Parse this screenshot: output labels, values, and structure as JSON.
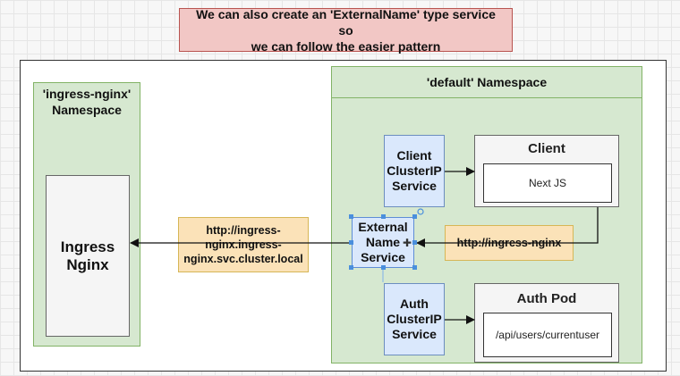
{
  "banner": {
    "line1": "We can also create an 'ExternalName' type service so",
    "line2": "we can follow the easier pattern"
  },
  "namespaces": {
    "ingress": {
      "line1": "'ingress-nginx'",
      "line2": "Namespace"
    },
    "default": {
      "title": "'default' Namespace"
    }
  },
  "ingress_nginx": {
    "line1": "Ingress",
    "line2": "Nginx"
  },
  "client_service": {
    "line1": "Client",
    "line2": "ClusterIP",
    "line3": "Service"
  },
  "external_service": {
    "line1": "External",
    "line2": "Name",
    "line3": "Service"
  },
  "auth_service": {
    "line1": "Auth",
    "line2": "ClusterIP",
    "line3": "Service"
  },
  "client_pod": {
    "title": "Client",
    "content": "Next JS"
  },
  "auth_pod": {
    "title": "Auth Pod",
    "content": "/api/users/currentuser"
  },
  "notes": {
    "long_url": {
      "line1": "http://ingress-",
      "line2": "nginx.ingress-",
      "line3": "nginx.svc.cluster.local"
    },
    "short_url": "http://ingress-nginx"
  },
  "colors": {
    "banner_fill": "#f2c7c5",
    "namespace_fill": "#d6e8d0",
    "service_fill": "#dae8fc",
    "note_fill": "#fbe2b8",
    "pod_fill": "#f5f5f5",
    "selection": "#4a8fdd"
  }
}
